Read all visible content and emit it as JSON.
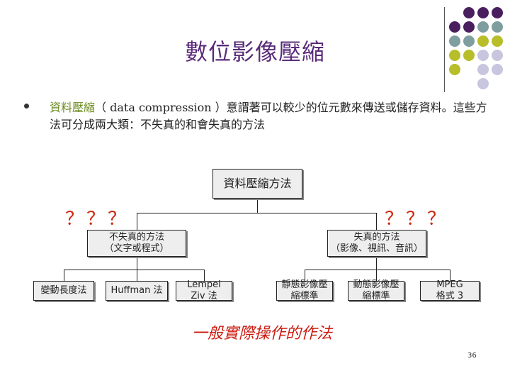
{
  "slide": {
    "title": "數位影像壓縮",
    "bullet_highlight": "資料壓縮",
    "bullet_text": "（ data compression ）意謂著可以較少的位元數來傳送或儲存資料。這些方法可分成兩大類：不失真的和會失真的方法",
    "page_number": "36"
  },
  "decoration": {
    "colors": {
      "purple": "#4a1f5e",
      "teal": "#7f9ea0",
      "lime": "#b8be2a",
      "lavender": "#c8c6de"
    }
  },
  "diagram": {
    "root": "資料壓縮方法",
    "left_question": "？？？",
    "right_question": "？？？",
    "lossless": {
      "title": "不失真的方法",
      "subtitle": "（文字或程式）"
    },
    "lossy": {
      "title": "失真的方法",
      "subtitle": "（影像、視訊、音訊）"
    },
    "leaves": {
      "rle": "變動長度法",
      "huffman": "Huffman 法",
      "lzw_1": "Lempel",
      "lzw_2": "Ziv 法",
      "jpeg_1": "靜態影像壓",
      "jpeg_2": "縮標準",
      "mpeg_std_1": "動態影像壓",
      "mpeg_std_2": "縮標準",
      "mpeg_1": "MPEG",
      "mpeg_2": "格式 3"
    },
    "caption": "一般實際操作的作法"
  }
}
